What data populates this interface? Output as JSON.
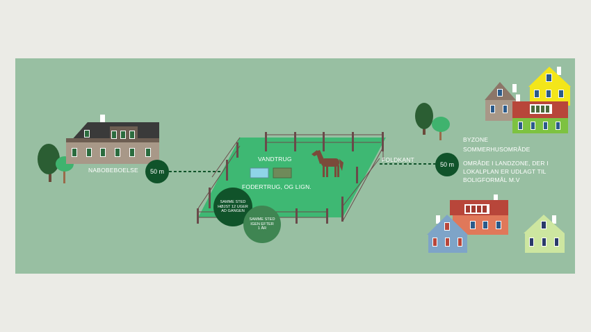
{
  "labels": {
    "neighbor": "NABOBEBOELSE",
    "water_trough": "VANDTRUG",
    "feed_trough": "FODERTRUG, OG LIGN.",
    "fence_edge": "FOLDKANT",
    "zone_line1": "BYZONE",
    "zone_line2": "SOMMERHUSOMRÅDE",
    "zone_line3": "OMRÅDE I LANDZONE, DER I",
    "zone_line4": "LOKALPLAN ER UDLAGT TIL",
    "zone_line5": "BOLIGFORMÅL M.V"
  },
  "distances": {
    "left": "50 m",
    "right": "50 m"
  },
  "notes": {
    "max_weeks": "SAMME STED\nHØJST 12 UGER\nAD GANGEN",
    "again_after": "SAMME STED\nIGEN EFTER\n1 ÅR"
  },
  "colors": {
    "background": "#98bfa2",
    "paddock": "#3eb873",
    "dark_circle": "#10532a",
    "mid_circle": "#3f8552",
    "fence_post": "#6a4a4a"
  }
}
